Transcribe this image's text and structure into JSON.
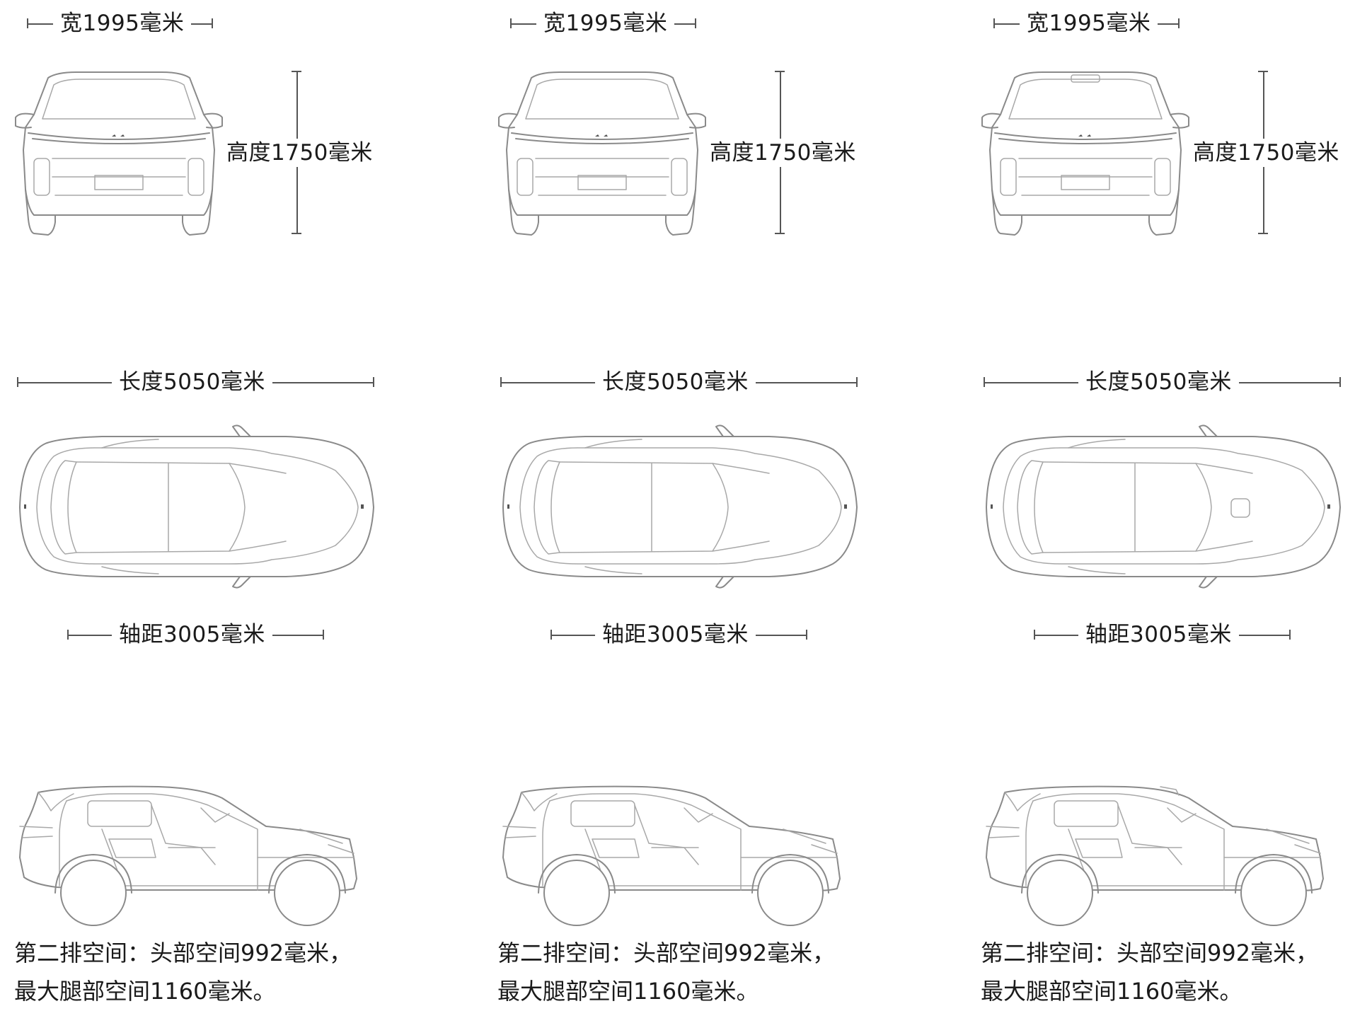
{
  "variants": [
    {
      "width_label": "宽1995毫米",
      "height_label": "高度1750毫米",
      "length_label": "长度5050毫米",
      "wheelbase_label": "轴距3005毫米",
      "caption_line1": "第二排空间：头部空间992毫米，",
      "caption_line2": "最大腿部空间1160毫米。"
    },
    {
      "width_label": "宽1995毫米",
      "height_label": "高度1750毫米",
      "length_label": "长度5050毫米",
      "wheelbase_label": "轴距3005毫米",
      "caption_line1": "第二排空间：头部空间992毫米，",
      "caption_line2": "最大腿部空间1160毫米。"
    },
    {
      "width_label": "宽1995毫米",
      "height_label": "高度1750毫米",
      "length_label": "长度5050毫米",
      "wheelbase_label": "轴距3005毫米",
      "caption_line1": "第二排空间：头部空间992毫米，",
      "caption_line2": "最大腿部空间1160毫米。"
    }
  ]
}
